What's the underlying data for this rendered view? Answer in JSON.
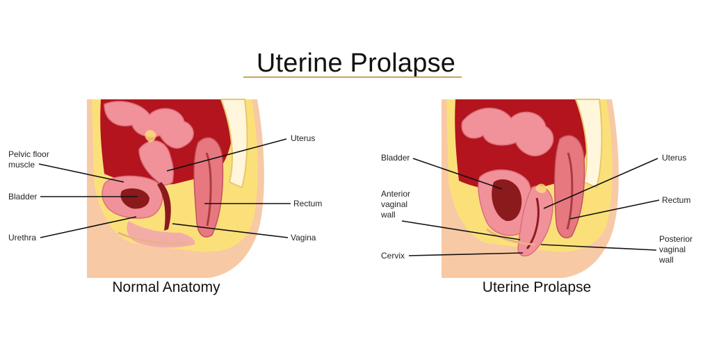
{
  "title": "Uterine Prolapse",
  "panels": [
    {
      "caption": "Normal Anatomy",
      "labels": {
        "pelvic_floor": "Pelvic floor\nmuscle",
        "bladder": "Bladder",
        "urethra": "Urethra",
        "uterus": "Uterus",
        "rectum": "Rectum",
        "vagina": "Vagina"
      }
    },
    {
      "caption": "Uterine Prolapse",
      "labels": {
        "bladder": "Bladder",
        "anterior_wall": "Anterior\nvaginal\nwall",
        "cervix": "Cervix",
        "uterus": "Uterus",
        "rectum": "Rectum",
        "posterior_wall": "Posterior\nvaginal\nwall"
      }
    }
  ],
  "colors": {
    "skin": "#f7c9a5",
    "fat": "#fbe07a",
    "cavity": "#b3141e",
    "organ_pink": "#f1919a",
    "organ_dark": "#8b1a1d",
    "title_underline": "#c9a35a"
  }
}
